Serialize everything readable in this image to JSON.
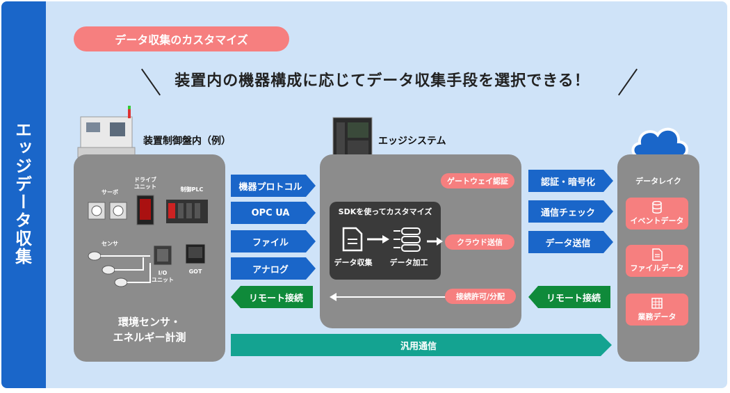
{
  "sidebar": {
    "label": "エッジデータ収集"
  },
  "pill_label": "データ収集のカスタマイズ",
  "headline": "装置内の機器構成に応じてデータ収集手段を選択できる！",
  "left_panel": {
    "title": "装置制御盤内（例）",
    "servo": "サーボ",
    "drive_unit": "ドライブ\nユニット",
    "plc": "制御PLC",
    "sensor": "センサ",
    "io_unit": "I/O\nユニット",
    "got": "GOT",
    "env_line1": "環境センサ・",
    "env_line2": "エネルギー計測"
  },
  "protocol_arrows": [
    "機器プロトコル",
    "OPC UA",
    "ファイル",
    "アナログ"
  ],
  "remote_left": "リモート接続",
  "general_comm": "汎用通信",
  "edge": {
    "title": "エッジシステム",
    "gateway_auth": "ゲートウェイ認証",
    "sdk_title": "SDKを使ってカスタマイズ",
    "collect": "データ収集",
    "process": "データ加工",
    "cloud_send": "クラウド送信",
    "permit": "接続許可/分配"
  },
  "right_arrows": [
    "認証・暗号化",
    "通信チェック",
    "データ送信"
  ],
  "remote_right": "リモート接続",
  "datalake": {
    "title": "データレイク",
    "event": "イベントデータ",
    "file": "ファイルデータ",
    "business": "業務データ"
  },
  "colors": {
    "sidebar": "#1a66c9",
    "background": "#cfe3f8",
    "pill": "#f67f7f",
    "arrow_blue": "#1a66c9",
    "arrow_green": "#0f8a3a",
    "arrow_teal": "#14a391",
    "panel": "#8c8c8c"
  },
  "icons": [
    "machine-icon",
    "edge-device-icon",
    "cloud-icon",
    "servo-icon",
    "drive-unit-icon",
    "plc-icon",
    "sensor-icon",
    "io-unit-icon",
    "got-icon",
    "document-icon",
    "process-icon",
    "database-icon",
    "file-icon",
    "spreadsheet-icon"
  ]
}
